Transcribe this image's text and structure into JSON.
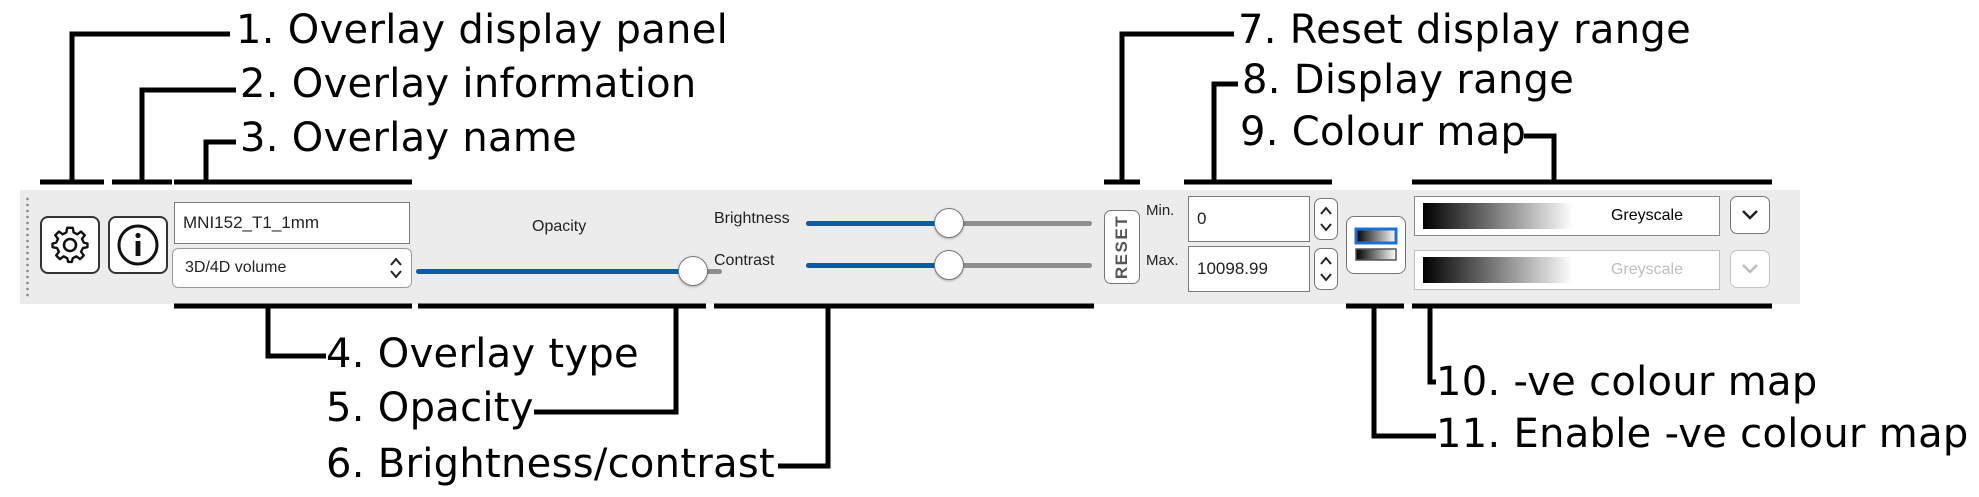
{
  "callouts": {
    "c1": "1. Overlay display panel",
    "c2": "2. Overlay information",
    "c3": "3. Overlay name",
    "c4": "4. Overlay type",
    "c5": "5. Opacity",
    "c6": "6. Brightness/contrast",
    "c7": "7. Reset display range",
    "c8": "8. Display range",
    "c9": "9. Colour map",
    "c10": "10. -ve colour map",
    "c11": "11. Enable -ve colour map"
  },
  "toolbar": {
    "overlay_name": "MNI152_T1_1mm",
    "overlay_type": "3D/4D volume",
    "opacity_label": "Opacity",
    "opacity_value": 0.95,
    "brightness_label": "Brightness",
    "brightness_value": 0.5,
    "contrast_label": "Contrast",
    "contrast_value": 0.5,
    "reset_label": "RESET",
    "min_label": "Min.",
    "min_value": "0",
    "max_label": "Max.",
    "max_value": "10098.99",
    "cmap_name": "Greyscale",
    "neg_cmap_name": "Greyscale",
    "neg_cmap_enabled": false
  },
  "icons": {
    "settings": "gear-icon",
    "info": "info-icon",
    "dropdown": "chevron-down-icon",
    "stepper": "up-down-arrows-icon",
    "neg_toggle": "colour-bars-icon"
  },
  "colors": {
    "slider_active": "#0e5aa7",
    "slider_inactive": "#8e8e8e",
    "toolbar_bg": "#ececec",
    "disabled_text": "#bdbdbd"
  }
}
